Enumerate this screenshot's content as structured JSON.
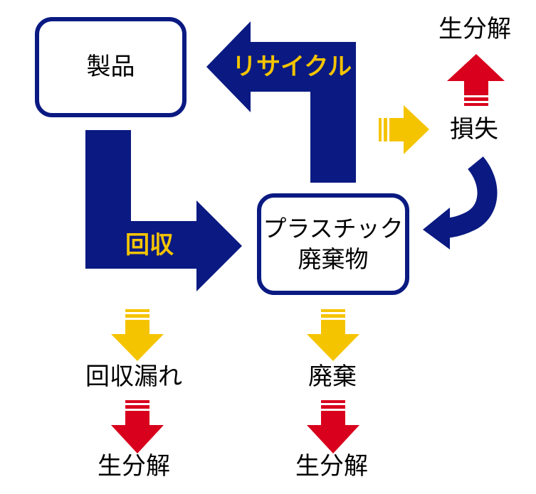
{
  "nodes": {
    "product": "製品",
    "plastic_waste_line1": "プラスチック",
    "plastic_waste_line2": "廃棄物",
    "loss": "損失",
    "biodegradation_top": "生分解",
    "uncollected": "回収漏れ",
    "disposal": "廃棄",
    "biodegradation_left": "生分解",
    "biodegradation_right": "生分解"
  },
  "arrows": {
    "recycle": "リサイクル",
    "collection": "回収"
  },
  "colors": {
    "navy": "#0a1a82",
    "yellow": "#f5c400",
    "red": "#d8001c",
    "text": "#000000",
    "background": "#ffffff"
  }
}
